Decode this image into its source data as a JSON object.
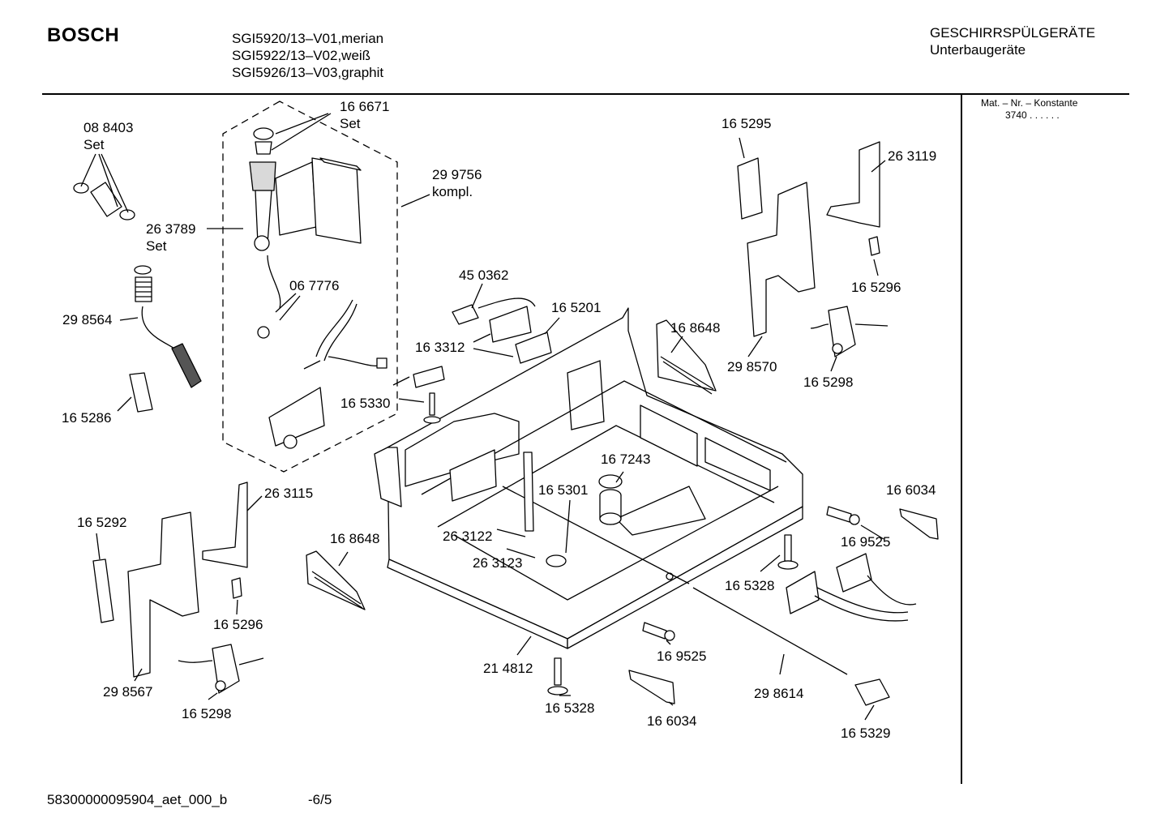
{
  "header": {
    "brand": "BOSCH",
    "models": [
      "SGI5920/13–V01,merian",
      "SGI5922/13–V02,weiß",
      "SGI5926/13–V03,graphit"
    ],
    "category_title": "GESCHIRRSPÜLGERÄTE",
    "category_subtitle": "Unterbaugeräte"
  },
  "side_panel": {
    "mat_label": "Mat. – Nr. – Konstante",
    "mat_value": "3740  .  .  .  .  .  ."
  },
  "callouts": [
    {
      "id": "c01",
      "lines": [
        "08 8403",
        "Set"
      ]
    },
    {
      "id": "c02",
      "lines": [
        "16 6671",
        "Set"
      ]
    },
    {
      "id": "c03",
      "lines": [
        "29 9756",
        "kompl."
      ]
    },
    {
      "id": "c04",
      "lines": [
        "26 3789",
        "Set"
      ]
    },
    {
      "id": "c05",
      "lines": [
        "06 7776"
      ]
    },
    {
      "id": "c06",
      "lines": [
        "29 8564"
      ]
    },
    {
      "id": "c07",
      "lines": [
        "16 5286"
      ]
    },
    {
      "id": "c08",
      "lines": [
        "45 0362"
      ]
    },
    {
      "id": "c09",
      "lines": [
        "16 5201"
      ]
    },
    {
      "id": "c10",
      "lines": [
        "16 3312"
      ]
    },
    {
      "id": "c11",
      "lines": [
        "16 5330"
      ]
    },
    {
      "id": "c12",
      "lines": [
        "16 5295"
      ]
    },
    {
      "id": "c13",
      "lines": [
        "26 3119"
      ]
    },
    {
      "id": "c14",
      "lines": [
        "16 5296"
      ]
    },
    {
      "id": "c15",
      "lines": [
        "16 8648"
      ]
    },
    {
      "id": "c16",
      "lines": [
        "29 8570"
      ]
    },
    {
      "id": "c17",
      "lines": [
        "16 5298"
      ]
    },
    {
      "id": "c18",
      "lines": [
        "16 7243"
      ]
    },
    {
      "id": "c19",
      "lines": [
        "16 5301"
      ]
    },
    {
      "id": "c20",
      "lines": [
        "26 3115"
      ]
    },
    {
      "id": "c21",
      "lines": [
        "16 5292"
      ]
    },
    {
      "id": "c22",
      "lines": [
        "16 8648"
      ]
    },
    {
      "id": "c23",
      "lines": [
        "26 3122"
      ]
    },
    {
      "id": "c24",
      "lines": [
        "26 3123"
      ]
    },
    {
      "id": "c25",
      "lines": [
        "16 6034"
      ]
    },
    {
      "id": "c26",
      "lines": [
        "16 9525"
      ]
    },
    {
      "id": "c27",
      "lines": [
        "16 5328"
      ]
    },
    {
      "id": "c28",
      "lines": [
        "16 5296"
      ]
    },
    {
      "id": "c29",
      "lines": [
        "29 8567"
      ]
    },
    {
      "id": "c30",
      "lines": [
        "16 5298"
      ]
    },
    {
      "id": "c31",
      "lines": [
        "21 4812"
      ]
    },
    {
      "id": "c32",
      "lines": [
        "16 5328"
      ]
    },
    {
      "id": "c33",
      "lines": [
        "16 9525"
      ]
    },
    {
      "id": "c34",
      "lines": [
        "16 6034"
      ]
    },
    {
      "id": "c35",
      "lines": [
        "29 8614"
      ]
    },
    {
      "id": "c36",
      "lines": [
        "16 5329"
      ]
    }
  ],
  "footer": {
    "document_code": "58300000095904_aet_000_b",
    "page": "-6/5"
  }
}
